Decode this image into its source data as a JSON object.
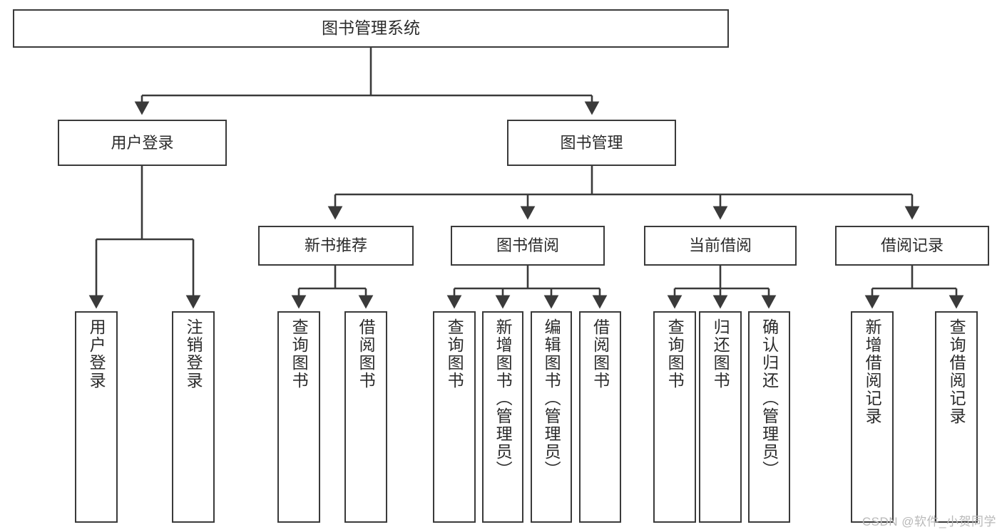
{
  "diagram": {
    "title": "图书管理系统",
    "type": "tree-hierarchy",
    "watermark": "CSDN @软件_小贺同学",
    "colors": {
      "box_border": "#3a3a3a",
      "box_fill": "#ffffff",
      "edge": "#3a3a3a",
      "text": "#2b2b2b",
      "watermark": "#b9b9b9"
    }
  },
  "nodes": {
    "root": {
      "label": "图书管理系统"
    },
    "level2": [
      {
        "id": "user-login",
        "label": "用户登录"
      },
      {
        "id": "book-manage",
        "label": "图书管理"
      }
    ],
    "level3": [
      {
        "id": "new-book-recommend",
        "label": "新书推荐"
      },
      {
        "id": "book-borrow",
        "label": "图书借阅"
      },
      {
        "id": "current-borrow",
        "label": "当前借阅"
      },
      {
        "id": "borrow-record",
        "label": "借阅记录"
      }
    ],
    "leaves": {
      "user-login": [
        {
          "id": "leaf-user-login",
          "label": "用户登录"
        },
        {
          "id": "leaf-logout",
          "label": "注销登录"
        }
      ],
      "new-book-recommend": [
        {
          "id": "leaf-query-book-1",
          "label": "查询图书"
        },
        {
          "id": "leaf-borrow-book-1",
          "label": "借阅图书"
        }
      ],
      "book-borrow": [
        {
          "id": "leaf-query-book-2",
          "label": "查询图书"
        },
        {
          "id": "leaf-add-book",
          "label": "新增图书（管理员）"
        },
        {
          "id": "leaf-edit-book",
          "label": "编辑图书（管理员）"
        },
        {
          "id": "leaf-borrow-book-2",
          "label": "借阅图书"
        }
      ],
      "current-borrow": [
        {
          "id": "leaf-query-book-3",
          "label": "查询图书"
        },
        {
          "id": "leaf-return-book",
          "label": "归还图书"
        },
        {
          "id": "leaf-confirm-return",
          "label": "确认归还（管理员）"
        }
      ],
      "borrow-record": [
        {
          "id": "leaf-add-record",
          "label": "新增借阅记录"
        },
        {
          "id": "leaf-query-record",
          "label": "查询借阅记录"
        }
      ]
    }
  }
}
